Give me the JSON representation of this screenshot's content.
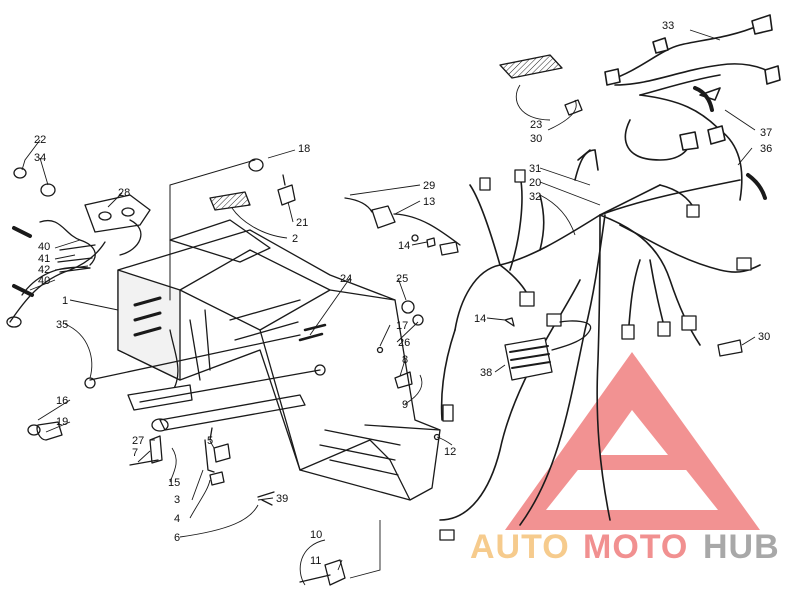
{
  "diagram": {
    "callouts": [
      {
        "id": "c33",
        "label": "33"
      },
      {
        "id": "c23",
        "label": "23"
      },
      {
        "id": "c30a",
        "label": "30"
      },
      {
        "id": "c37",
        "label": "37"
      },
      {
        "id": "c36",
        "label": "36"
      },
      {
        "id": "c31",
        "label": "31"
      },
      {
        "id": "c20",
        "label": "20"
      },
      {
        "id": "c32",
        "label": "32"
      },
      {
        "id": "c29",
        "label": "29"
      },
      {
        "id": "c13",
        "label": "13"
      },
      {
        "id": "c14a",
        "label": "14"
      },
      {
        "id": "c22",
        "label": "22"
      },
      {
        "id": "c34",
        "label": "34"
      },
      {
        "id": "c28",
        "label": "28"
      },
      {
        "id": "c18",
        "label": "18"
      },
      {
        "id": "c21",
        "label": "21"
      },
      {
        "id": "c2",
        "label": "2"
      },
      {
        "id": "c40a",
        "label": "40"
      },
      {
        "id": "c41",
        "label": "41"
      },
      {
        "id": "c42",
        "label": "42"
      },
      {
        "id": "c40b",
        "label": "40"
      },
      {
        "id": "c1",
        "label": "1"
      },
      {
        "id": "c35",
        "label": "35"
      },
      {
        "id": "c24",
        "label": "24"
      },
      {
        "id": "c25",
        "label": "25"
      },
      {
        "id": "c17",
        "label": "17"
      },
      {
        "id": "c26",
        "label": "26"
      },
      {
        "id": "c8",
        "label": "8"
      },
      {
        "id": "c9",
        "label": "9"
      },
      {
        "id": "c14b",
        "label": "14"
      },
      {
        "id": "c38",
        "label": "38"
      },
      {
        "id": "c30b",
        "label": "30"
      },
      {
        "id": "c16",
        "label": "16"
      },
      {
        "id": "c19",
        "label": "19"
      },
      {
        "id": "c27",
        "label": "27"
      },
      {
        "id": "c7",
        "label": "7"
      },
      {
        "id": "c15",
        "label": "15"
      },
      {
        "id": "c5",
        "label": "5"
      },
      {
        "id": "c3",
        "label": "3"
      },
      {
        "id": "c4",
        "label": "4"
      },
      {
        "id": "c39",
        "label": "39"
      },
      {
        "id": "c6",
        "label": "6"
      },
      {
        "id": "c12",
        "label": "12"
      },
      {
        "id": "c10",
        "label": "10"
      },
      {
        "id": "c11",
        "label": "11"
      }
    ]
  },
  "watermark": {
    "word_auto": "AUTO",
    "word_moto": "MOTO",
    "word_hub": "HUB",
    "color_auto": "#f5c27a",
    "color_moto": "#ef7d7d",
    "color_hub": "#9a9a9a",
    "color_triangle": "#f08080"
  }
}
